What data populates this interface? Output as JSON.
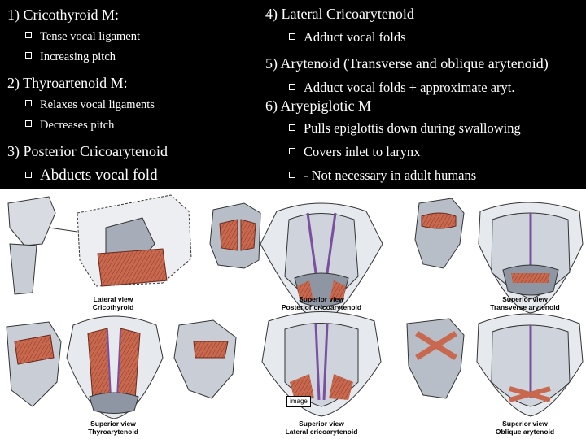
{
  "items": [
    {
      "heading": "1) Cricothyroid  M:",
      "bullets": [
        "Tense vocal ligament",
        "Increasing pitch"
      ]
    },
    {
      "heading": "2) Thyroartenoid M:",
      "bullets": [
        "Relaxes vocal ligaments",
        "Decreases pitch"
      ]
    },
    {
      "heading": "3) Posterior  Cricoarytenoid",
      "bullets": [
        "Abducts vocal fold"
      ]
    },
    {
      "heading": "4) Lateral Cricoarytenoid",
      "bullets": [
        "Adduct vocal folds"
      ]
    },
    {
      "heading": "5) Arytenoid (Transverse and oblique arytenoid)",
      "bullets": [
        "Adduct vocal folds + approximate aryt."
      ]
    },
    {
      "heading": "6) Aryepiglotic M",
      "bullets": [
        "Pulls epiglottis down during swallowing",
        "Covers inlet to larynx",
        "- Not necessary in adult humans"
      ]
    }
  ],
  "figure": {
    "captions": [
      {
        "view": "Lateral view",
        "muscle": "Cricothyroid"
      },
      {
        "view": "Superior view",
        "muscle": "Posterior cricoarytenoid"
      },
      {
        "view": "Superior view",
        "muscle": "Transverse arytenoid"
      },
      {
        "view": "Superior view",
        "muscle": "Thyroarytenoid"
      },
      {
        "view": "Superior view",
        "muscle": "Lateral cricoarytenoid"
      },
      {
        "view": "Superior view",
        "muscle": "Oblique arytenoid"
      }
    ],
    "image_tag": "image"
  },
  "colors": {
    "background": "#000000",
    "text": "#ffffff",
    "muscle": "#c8684e",
    "cartilage": "#9aa0aa",
    "ligament": "#7a4fa0"
  }
}
